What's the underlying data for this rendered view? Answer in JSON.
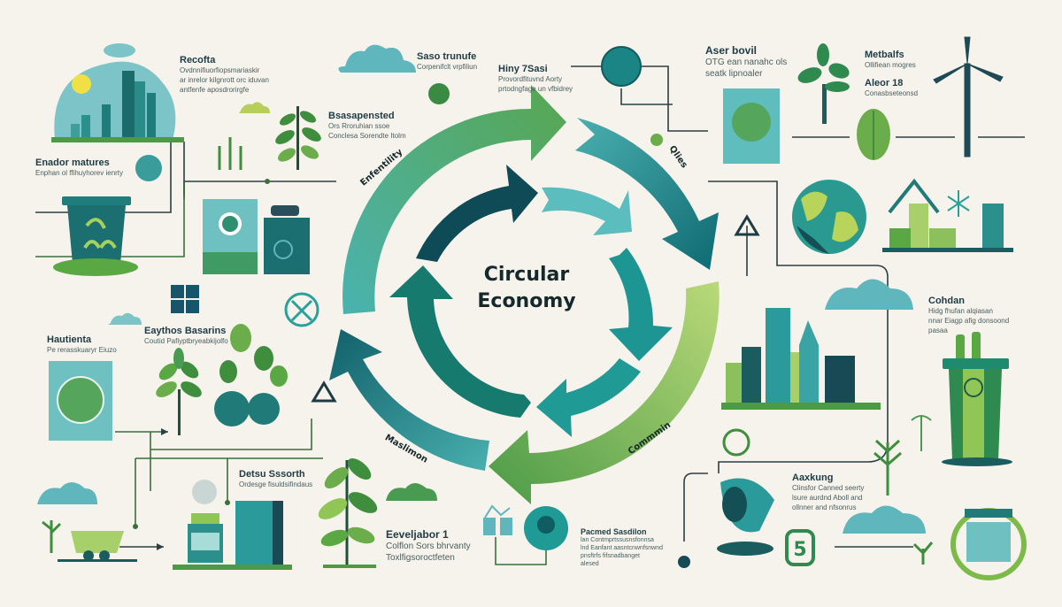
{
  "diagram": {
    "title": "Circular Economy",
    "title_lines": [
      "Circular",
      "Economy"
    ],
    "ring_labels": {
      "top_left": "Enfentility",
      "top_right": "Qlies",
      "bottom_left": "Maslimon",
      "bottom_right": "Commmin"
    },
    "colors": {
      "background": "#f6f3ec",
      "dark_teal": "#0f4c5c",
      "teal": "#1e8a8a",
      "light_teal": "#5fbfbf",
      "green": "#4f9b4a",
      "light_green": "#a8cf6a",
      "navy": "#153c4a",
      "text_dark": "#15282c"
    }
  },
  "captions": [
    {
      "id": "recofta",
      "title": "Recofta",
      "lines": [
        "Ovdnnifiuorfiopsmariaskir",
        "ar inrelor kilgnrott orc iduvan",
        "antfenfe aposdrorirgfe"
      ]
    },
    {
      "id": "enador-matures",
      "title": "Enador matures",
      "lines": [
        "Enphan ol ffihuyhorev ienrty"
      ]
    },
    {
      "id": "saso-trunufe",
      "title": "Saso trunufe",
      "lines": [
        "Corpenifclt vrpfiliun"
      ]
    },
    {
      "id": "hiny-7sasi",
      "title": "Hiny 7Sasi",
      "lines": [
        "Provordfituvnd Aorty",
        "prtodngfage un vfbidrey"
      ]
    },
    {
      "id": "bsasapensted",
      "title": "Bsasapensted",
      "lines": [
        "Ors Rroruhian ssoe",
        "Conclesa Sorendte Itolm"
      ]
    },
    {
      "id": "aser-bovil",
      "title": "Aser bovil",
      "lines": [
        "OTG ean nanahc ols",
        "seatk lipnoaler"
      ]
    },
    {
      "id": "metbalfs",
      "title": "Metbalfs",
      "lines": [
        "Ollifiean mogres"
      ]
    },
    {
      "id": "aleor-18",
      "title": "Aleor 18",
      "lines": [
        "Conasbseteonsd"
      ]
    },
    {
      "id": "eaythos-basarins",
      "title": "Eaythos Basarins",
      "lines": [
        "Coutid Pafiyptbryeabkijolfo"
      ]
    },
    {
      "id": "hautienta",
      "title": "Hautienta",
      "lines": [
        "Pe rerasskuaryr Eiuzo"
      ]
    },
    {
      "id": "cohdan",
      "title": "Cohdan",
      "lines": [
        "Hidg fhufan alqiasan",
        "nnar Eiagp afig donsoond",
        "pasaa"
      ]
    },
    {
      "id": "detsu-sssorth",
      "title": "Detsu Sssorth",
      "lines": [
        "Ordesge fisuldsifindaus"
      ]
    },
    {
      "id": "eeveljabor-1",
      "title": "Eeveljabor 1",
      "lines": [
        "Colflon Sors bhrvanty",
        "Toxlfigsoroctfeten"
      ]
    },
    {
      "id": "pacmed-sasdilon",
      "title": "Pacmed Sasdilon",
      "lines": [
        "lan Contmprtssusnsfonnsa",
        "lnd Eanfant aasntcnwnfsnwnd",
        "pnsftrfs fifsnadbanget",
        "alesed"
      ]
    },
    {
      "id": "aaxkung",
      "title": "Aaxkung",
      "lines": [
        "Clinsfor Canned seerty",
        "lsure aurdnd Aboll and",
        "ollnner and nfsonrus"
      ]
    }
  ],
  "icons": {
    "city_skyline_top_left": "city-skyline-icon",
    "recycle_bin": "recycle-bin-icon",
    "wind_turbine": "wind-turbine-icon",
    "earth_globe": "globe-icon",
    "leaf": "leaf-icon",
    "tree": "tree-icon",
    "number_five": "5"
  }
}
